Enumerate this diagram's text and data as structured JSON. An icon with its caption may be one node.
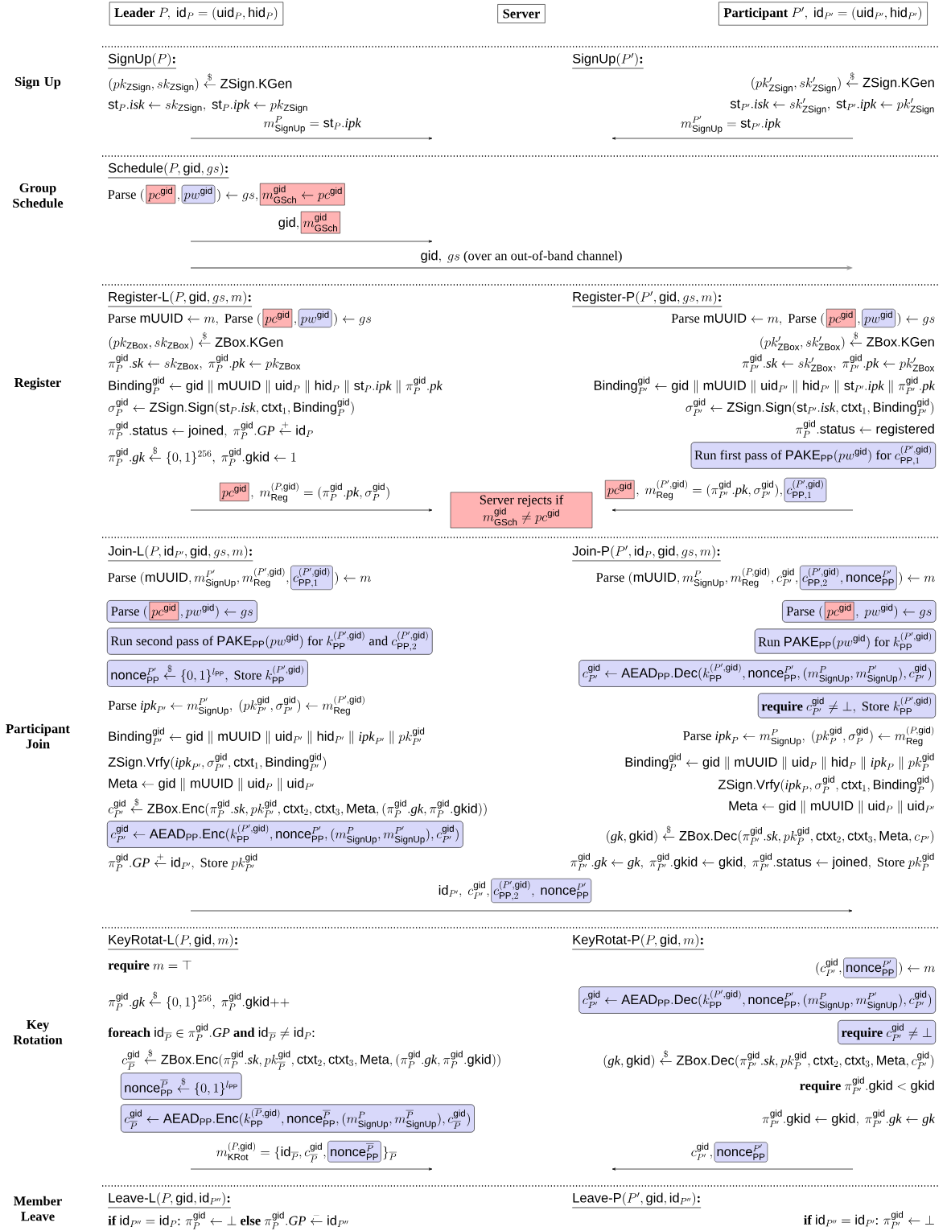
{
  "diagram": {
    "nodes": [
      {
        "text": [
          "\\textbf{Leader }P,\\ \\mathsf{id}_P = (\\mathsf{uid}_P, \\mathsf{hid}_P)"
        ]
      },
      {
        "text": [
          "\\textbf{Server}"
        ]
      },
      {
        "text": [
          "\\textbf{Participant }P',\\ \\mathsf{id}_{P'} = (\\mathsf{uid}_{P'}, \\mathsf{hid}_{P'})"
        ]
      },
      {
        "text": [
          "pc^{\\mathsf{gid}}"
        ]
      },
      {
        "text": [
          "pw^{\\mathsf{gid}}"
        ]
      },
      {
        "text": [
          "m^{\\mathsf{gid}}_{\\mathsf{GSch}} \\leftarrow pc^{\\mathsf{gid}}"
        ]
      },
      {
        "text": [
          "m^{\\mathsf{gid}}_{\\mathsf{GSch}}"
        ]
      },
      {
        "text": [
          "pc^{\\mathsf{gid}}"
        ]
      },
      {
        "text": [
          "pw^{\\mathsf{gid}}"
        ]
      },
      {
        "text": [
          "pc^{\\mathsf{gid}}"
        ]
      },
      {
        "text": [
          "pc^{\\mathsf{gid}}"
        ]
      },
      {
        "text": [
          "pw^{\\mathsf{gid}}"
        ]
      },
      {
        "text": [
          "\\text{Run first pass of } \\mathsf{PAKE}_{\\mathsf{PP}}(pw^{\\mathsf{gid}}) \\text{ for } c^{(P',\\mathsf{gid})}_{\\mathsf{PP},1}"
        ]
      },
      {
        "text": [
          "pc^{\\mathsf{gid}}"
        ]
      },
      {
        "text": [
          "c^{(P',\\mathsf{gid})}_{\\mathsf{PP},1}"
        ]
      },
      {
        "text": [
          "Server rejects if",
          "m^{\\mathsf{gid}}_{\\mathsf{GSch}} \\neq pc^{\\mathsf{gid}}"
        ]
      },
      {
        "text": [
          "c^{(P',\\mathsf{gid})}_{\\mathsf{PP},1}"
        ]
      },
      {
        "text": [
          "\\text{Parse }(",
          ", pw^{\\mathsf{gid}}) \\leftarrow gs"
        ]
      },
      {
        "text": [
          "pc^{\\mathsf{gid}}"
        ],
        "in": 17
      },
      {
        "text": [
          "\\text{Run second pass of } \\mathsf{PAKE}_{\\mathsf{PP}}(pw^{\\mathsf{gid}}) \\text{ for } k^{(P',\\mathsf{gid})}_{\\mathsf{PP}} \\text{ and } c^{(P',\\mathsf{gid})}_{\\mathsf{PP},2}"
        ]
      },
      {
        "text": [
          "\\mathsf{nonce}^{P'}_{\\mathsf{PP}} \\stackrel{\\$}{\\leftarrow} \\{0,1\\}^{l_{\\mathsf{PP}}},\\ \\text{Store } k^{(P',\\mathsf{gid})}_{\\mathsf{PP}}"
        ]
      },
      {
        "text": [
          "c^{\\mathsf{gid}}_{P'} \\leftarrow \\mathsf{AEAD}_{\\mathsf{PP}}.\\mathsf{Enc}(k^{(P',\\mathsf{gid})}_{\\mathsf{PP}}, \\mathsf{nonce}^{P'}_{\\mathsf{PP}}, (m^P_{\\mathsf{SignUp}}, m^{P'}_{\\mathsf{SignUp}}), c^{\\mathsf{gid}}_{P'})"
        ]
      },
      {
        "text": [
          "c^{(P',\\mathsf{gid})}_{\\mathsf{PP},2},\\ \\mathsf{nonce}^{P'}_{\\mathsf{PP}}"
        ]
      },
      {
        "text": [
          "c^{(P',\\mathsf{gid})}_{\\mathsf{PP},2}, \\mathsf{nonce}^{P'}_{\\mathsf{PP}}"
        ]
      },
      {
        "text": [
          "\\text{Parse}\\ (",
          ",\\ pw^{\\mathsf{gid}}) \\leftarrow gs"
        ]
      },
      {
        "text": [
          "pc^{\\mathsf{gid}}"
        ],
        "in": 24
      },
      {
        "text": [
          "\\text{Run } \\mathsf{PAKE}_{\\mathsf{PP}}(pw^{\\mathsf{gid}}) \\text{ for } k^{(P',\\mathsf{gid})}_{\\mathsf{PP}}"
        ]
      },
      {
        "text": [
          "c^{\\mathsf{gid}}_{P'} \\leftarrow \\mathsf{AEAD}_{\\mathsf{PP}}.\\mathsf{Dec}(k^{(P',\\mathsf{gid})}_{\\mathsf{PP}}, \\mathsf{nonce}^{P'}_{\\mathsf{PP}}, (m^P_{\\mathsf{SignUp}}, m^{P'}_{\\mathsf{SignUp}}), c^{\\mathsf{gid}}_{P'})"
        ]
      },
      {
        "text": [
          "\\textbf{require } c^{\\mathsf{gid}}_{P'} \\neq \\bot,\\ \\text{Store } k^{(P',\\mathsf{gid})}_{\\mathsf{PP}}"
        ]
      },
      {
        "text": [
          "\\mathsf{nonce}^{\\overline{P}}_{\\mathsf{PP}} \\stackrel{\\$}{\\leftarrow} \\{0,1\\}^{l_{\\mathsf{PP}}}"
        ]
      },
      {
        "text": [
          "c^{\\mathsf{gid}}_{\\overline{P}} \\leftarrow \\mathsf{AEAD}_{\\mathsf{PP}}.\\mathsf{Enc}(k^{(\\overline{P},\\mathsf{gid})}_{\\mathsf{PP}}, \\mathsf{nonce}^{\\overline{P}}_{\\mathsf{PP}}, (m^P_{\\mathsf{SignUp}}, m^{\\overline{P}}_{\\mathsf{SignUp}}), c^{\\mathsf{gid}}_{\\overline{P}})"
        ]
      },
      {
        "text": [
          "\\mathsf{nonce}^{\\overline{P}}_{\\mathsf{PP}}"
        ]
      },
      {
        "text": [
          "\\mathsf{nonce}^{P'}_{\\mathsf{PP}}"
        ]
      },
      {
        "text": [
          "c^{\\mathsf{gid}}_{P'} \\leftarrow \\mathsf{AEAD}_{\\mathsf{PP}}.\\mathsf{Dec}(k^{(P',\\mathsf{gid})}_{\\mathsf{PP}}, \\mathsf{nonce}^{P'}_{\\mathsf{PP}}, (m^P_{\\mathsf{SignUp}}, m^{P'}_{\\mathsf{SignUp}}), c^{\\mathsf{gid}}_{P'})"
        ]
      },
      {
        "text": [
          "\\textbf{require } c^{\\mathsf{gid}}_{P'} \\neq \\bot"
        ]
      },
      {
        "text": [
          "\\mathsf{nonce}^{P'}_{\\mathsf{PP}}"
        ]
      }
    ],
    "labels": [
      "Sign Up",
      "\\textsf{SignUp}(P)\\textbf{:}",
      "(pk_{\\mathsf{ZSign}}, sk_{\\mathsf{ZSign}}) \\stackrel{\\$}{\\leftarrow} \\mathsf{ZSign.KGen}",
      "\\mathsf{st}_P.\\mathit{isk} \\leftarrow sk_{\\mathsf{ZSign}},\\ \\mathsf{st}_P.\\mathit{ipk} \\leftarrow pk_{\\mathsf{ZSign}}",
      "m^P_{\\mathsf{SignUp}} = \\mathsf{st}_P.\\mathit{ipk}",
      "\\textsf{SignUp}(P')\\textbf{:}",
      "(pk'_{\\mathsf{ZSign}}, sk'_{\\mathsf{ZSign}}) \\stackrel{\\$}{\\leftarrow} \\mathsf{ZSign.KGen}",
      "\\mathsf{st}_{P'}.\\mathit{isk} \\leftarrow sk'_{\\mathsf{ZSign}},\\ \\mathsf{st}_{P'}.\\mathit{ipk} \\leftarrow pk'_{\\mathsf{ZSign}}",
      "m^{P'}_{\\mathsf{SignUp}} = \\mathsf{st}_{P'}.\\mathit{ipk}",
      "Group Schedule",
      "\\textsf{Schedule}(P, \\mathsf{gid}, gs)\\textbf{:}",
      "\\text{Parse } (",
      ",",
      ") \\leftarrow gs,",
      "\\mathsf{gid},",
      "\\mathsf{gid},\\ gs\\ \\text{(over an out-of-band channel)}",
      "Register",
      "\\textsf{Register-L}(P, \\mathsf{gid}, gs, m)\\textbf{:}",
      "\\text{Parse } \\mathsf{mUUID} \\leftarrow m,\\ \\text{Parse } (",
      ",",
      ") \\leftarrow gs",
      "(pk_{\\mathsf{ZBox}}, sk_{\\mathsf{ZBox}}) \\stackrel{\\$}{\\leftarrow} \\mathsf{ZBox.KGen}",
      "\\pi^{\\mathsf{gid}}_P.\\mathit{sk} \\leftarrow sk_{\\mathsf{ZBox}},\\ \\pi^{\\mathsf{gid}}_P.\\mathit{pk} \\leftarrow pk_{\\mathsf{ZBox}}",
      "\\mathsf{Binding}^{\\mathsf{gid}}_P \\leftarrow \\mathsf{gid} \\parallel \\mathsf{mUUID} \\parallel \\mathsf{uid}_P \\parallel \\mathsf{hid}_P \\parallel \\mathsf{st}_P.\\mathit{ipk} \\parallel \\pi^{\\mathsf{gid}}_P.\\mathit{pk}",
      "\\sigma^{\\mathsf{gid}}_P \\leftarrow \\mathsf{ZSign.Sign}(\\mathsf{st}_P.\\mathit{isk}, \\mathsf{ctxt}_1, \\mathsf{Binding}^{\\mathsf{gid}}_P)",
      "\\pi^{\\mathsf{gid}}_P.\\mathsf{status} \\leftarrow \\mathsf{joined},\\ \\pi^{\\mathsf{gid}}_P.\\mathit{GP} \\stackrel{+}{\\leftarrow} \\mathsf{id}_P",
      "\\pi^{\\mathsf{gid}}_P.\\mathit{gk} \\stackrel{\\$}{\\leftarrow} \\{0,1\\}^{256},\\ \\pi^{\\mathsf{gid}}_P.\\mathsf{gkid} \\leftarrow 1",
      ",\\ m^{(P,\\mathsf{gid})}_{\\mathsf{Reg}} = (\\pi^{\\mathsf{gid}}_P.\\mathit{pk}, \\sigma^{\\mathsf{gid}}_P)",
      "\\textsf{Register-P}(P', \\mathsf{gid}, gs, m)\\textbf{:}",
      "\\text{Parse } \\mathsf{mUUID} \\leftarrow m,\\ \\text{Parse } (",
      ",",
      ") \\leftarrow gs",
      "(pk'_{\\mathsf{ZBox}}, sk'_{\\mathsf{ZBox}}) \\stackrel{\\$}{\\leftarrow} \\mathsf{ZBox.KGen}",
      "\\pi^{\\mathsf{gid}}_{P'}.\\mathit{sk} \\leftarrow sk'_{\\mathsf{ZBox}},\\ \\pi^{\\mathsf{gid}}_{P'}.\\mathit{pk} \\leftarrow pk'_{\\mathsf{ZBox}}",
      "\\mathsf{Binding}^{\\mathsf{gid}}_{P'} \\leftarrow \\mathsf{gid} \\parallel \\mathsf{mUUID} \\parallel \\mathsf{uid}_{P'} \\parallel \\mathsf{hid}_{P'} \\parallel \\mathsf{st}_{P'}.\\mathit{ipk} \\parallel \\pi^{\\mathsf{gid}}_{P'}.\\mathit{pk}",
      "\\sigma^{\\mathsf{gid}}_{P'} \\leftarrow \\mathsf{ZSign.Sign}(\\mathsf{st}_{P'}.\\mathit{isk}, \\mathsf{ctxt}_1, \\mathsf{Binding}^{\\mathsf{gid}}_{P'})",
      "\\pi^{\\mathsf{gid}}_P.\\mathsf{status} \\leftarrow \\mathsf{registered}",
      ",\\ m^{(P',\\mathsf{gid})}_{\\mathsf{Reg}} = (\\pi^{\\mathsf{gid}}_{P'}.\\mathit{pk}, \\sigma^{\\mathsf{gid}}_{P'}),",
      "Participant Join",
      "\\textsf{Join-L}(P, \\mathsf{id}_{P'}, \\mathsf{gid}, gs, m)\\textbf{:}",
      "\\text{Parse } (\\mathsf{mUUID}, m^{P'}_{\\mathsf{SignUp}}, m^{(P',\\mathsf{gid})}_{\\mathsf{Reg}},",
      ") \\leftarrow m",
      "\\text{Parse } \\mathit{ipk}_{P'} \\leftarrow m^{P'}_{\\mathsf{SignUp}},\\ (pk^{\\mathsf{gid}}_{P'}, \\sigma^{\\mathsf{gid}}_{P'}) \\leftarrow m^{(P',\\mathsf{gid})}_{\\mathsf{Reg}}",
      "\\mathsf{Binding}^{\\mathsf{gid}}_{P'} \\leftarrow \\mathsf{gid} \\parallel \\mathsf{mUUID} \\parallel \\mathsf{uid}_{P'} \\parallel \\mathsf{hid}_{P'} \\parallel \\mathit{ipk}_{P'} \\parallel pk^{\\mathsf{gid}}_{P'}",
      "\\mathsf{ZSign.Vrfy}(\\mathit{ipk}_{P'}, \\sigma^{\\mathsf{gid}}_{P'}, \\mathsf{ctxt}_1, \\mathsf{Binding}^{\\mathsf{gid}}_{P'})",
      "\\mathsf{Meta} \\leftarrow \\mathsf{gid} \\parallel \\mathsf{mUUID} \\parallel \\mathsf{uid}_P \\parallel \\mathsf{uid}_{P'}",
      "c^{\\mathsf{gid}}_{P'} \\stackrel{\\$}{\\leftarrow} \\mathsf{ZBox.Enc}(\\pi^{\\mathsf{gid}}_P.\\mathit{sk}, pk^{\\mathsf{gid}}_{P'}, \\mathsf{ctxt}_2, \\mathsf{ctxt}_3, \\mathsf{Meta}, (\\pi^{\\mathsf{gid}}_P.\\mathit{gk}, \\pi^{\\mathsf{gid}}_P.\\mathsf{gkid}))",
      "\\pi^{\\mathsf{gid}}_P.\\mathit{GP} \\stackrel{+}{\\leftarrow} \\mathsf{id}_{P'},\\ \\text{Store } pk^{\\mathsf{gid}}_{P'}",
      "\\mathsf{id}_{P'},\\ c^{\\mathsf{gid}}_{P'},",
      "\\textsf{Join-P}(P', \\mathsf{id}_P, \\mathsf{gid}, gs, m)\\textbf{:}",
      "\\text{Parse } (\\mathsf{mUUID}, m^P_{\\mathsf{SignUp}}, m^{(P,\\mathsf{gid})}_{\\mathsf{Reg}}, c^{\\mathsf{gid}}_{P'},",
      ") \\leftarrow m",
      "\\text{Parse } \\mathit{ipk}_P \\leftarrow m^P_{\\mathsf{SignUp}},\\ (pk^{\\mathsf{gid}}_P, \\sigma^{\\mathsf{gid}}_P) \\leftarrow m^{(P,\\mathsf{gid})}_{\\mathsf{Reg}}",
      "\\mathsf{Binding}^{\\mathsf{gid}}_P \\leftarrow \\mathsf{gid} \\parallel \\mathsf{mUUID} \\parallel \\mathsf{uid}_P \\parallel \\mathsf{hid}_P \\parallel \\mathit{ipk}_P \\parallel pk^{\\mathsf{gid}}_P",
      "\\mathsf{ZSign.Vrfy}(\\mathit{ipk}_P, \\sigma^{\\mathsf{gid}}_P, \\mathsf{ctxt}_1, \\mathsf{Binding}^{\\mathsf{gid}}_P)",
      "\\mathsf{Meta} \\leftarrow \\mathsf{gid} \\parallel \\mathsf{mUUID} \\parallel \\mathsf{uid}_P \\parallel \\mathsf{uid}_{P'}",
      "(\\mathit{gk}, \\mathsf{gkid}) \\stackrel{\\$}{\\leftarrow} \\mathsf{ZBox.Dec}(\\pi^{\\mathsf{gid}}_{P'}.\\mathit{sk}, pk^{\\mathsf{gid}}_P, \\mathsf{ctxt}_2, \\mathsf{ctxt}_3, \\mathsf{Meta}, c_{P'})",
      "\\pi^{\\mathsf{gid}}_{P'}.\\mathit{gk} \\leftarrow \\mathit{gk},\\ \\pi^{\\mathsf{gid}}_{P'}.\\mathsf{gkid} \\leftarrow \\mathsf{gkid},\\ \\pi^{\\mathsf{gid}}_{P'}.\\mathsf{status} \\leftarrow \\mathsf{joined},\\ \\text{Store } pk^{\\mathsf{gid}}_P",
      "Key Rotation",
      "\\textsf{KeyRotat-L}(P, \\mathsf{gid}, m)\\textbf{:}",
      "\\textbf{require } m = \\top",
      "\\pi^{\\mathsf{gid}}_P.\\mathit{gk} \\stackrel{\\$}{\\leftarrow} \\{0,1\\}^{256},\\ \\pi^{\\mathsf{gid}}_P.\\mathsf{gkid}{+}{+}",
      "\\textbf{foreach } \\mathsf{id}_{\\overline{P}} \\in \\pi^{\\mathsf{gid}}_P.\\mathit{GP} \\textbf{ and } \\mathsf{id}_{\\overline{P}} \\neq \\mathsf{id}_P\\text{:}",
      "c^{\\mathsf{gid}}_{\\overline{P}} \\stackrel{\\$}{\\leftarrow} \\mathsf{ZBox.Enc}(\\pi^{\\mathsf{gid}}_P.\\mathit{sk}, pk^{\\mathsf{gid}}_{\\overline{P}}, \\mathsf{ctxt}_2, \\mathsf{ctxt}_3, \\mathsf{Meta}, (\\pi^{\\mathsf{gid}}_P.\\mathit{gk}, \\pi^{\\mathsf{gid}}_P.\\mathsf{gkid}))",
      "m^{(P,\\mathsf{gid})}_{\\mathsf{KRot}} = \\{\\mathsf{id}_{\\overline{P}}, c^{\\mathsf{gid}}_{\\overline{P}},",
      "\\}_{\\overline{P}}",
      "\\textsf{KeyRotat-P}(P, \\mathsf{gid}, m)\\textbf{:}",
      "(c^{\\mathsf{gid}}_{P'},",
      ") \\leftarrow m",
      "(\\mathit{gk}, \\mathsf{gkid}) \\stackrel{\\$}{\\leftarrow} \\mathsf{ZBox.Dec}(\\pi^{\\mathsf{gid}}_{P'}.\\mathit{sk}, pk^{\\mathsf{gid}}_P, \\mathsf{ctxt}_2, \\mathsf{ctxt}_3, \\mathsf{Meta}, c^{\\mathsf{gid}}_{P'})",
      "\\textbf{require } \\pi^{\\mathsf{gid}}_{P'}.\\mathsf{gkid} < \\mathsf{gkid}",
      "\\pi^{\\mathsf{gid}}_{P'}.\\mathsf{gkid} \\leftarrow \\mathsf{gkid},\\ \\pi^{\\mathsf{gid}}_{P'}.\\mathit{gk} \\leftarrow \\mathit{gk}",
      "c^{\\mathsf{gid}}_{P'},",
      "Member Leave",
      "\\textsf{Leave-L}(P, \\mathsf{gid}, \\mathsf{id}_{P''})\\textbf{:}",
      "\\textbf{if } \\mathsf{id}_{P''} = \\mathsf{id}_P\\text{: } \\pi^{\\mathsf{gid}}_P \\leftarrow \\bot \\textbf{ else } \\pi^{\\mathsf{gid}}_P.\\mathit{GP} \\stackrel{-}{\\leftarrow} \\mathsf{id}_{P''}",
      "\\textsf{Leave-P}(P', \\mathsf{gid}, \\mathsf{id}_{P''})\\textbf{:}",
      "\\textbf{if } \\mathsf{id}_{P''} = \\mathsf{id}_{P'}\\text{: } \\pi^{\\mathsf{gid}}_{P'} \\leftarrow \\bot"
    ]
  }
}
